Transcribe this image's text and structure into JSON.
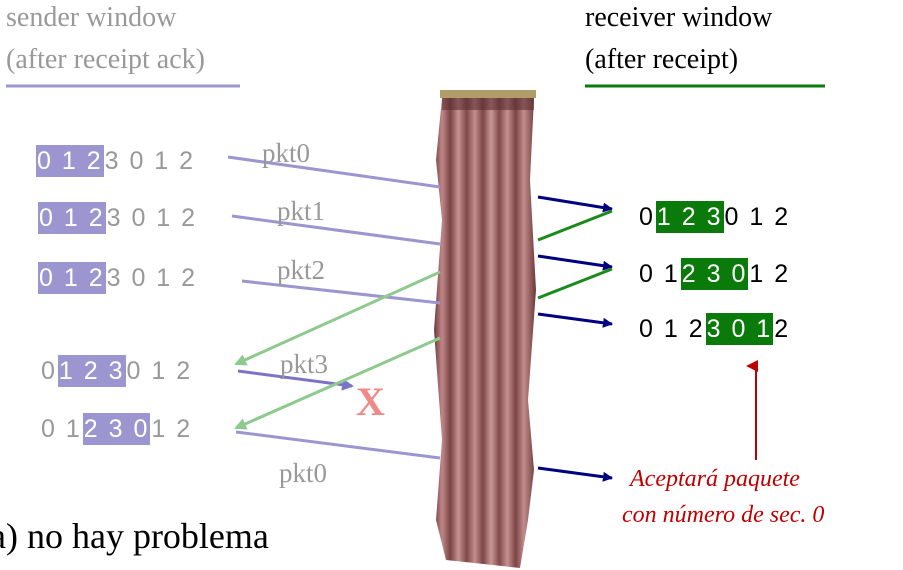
{
  "sender": {
    "title_line1": "sender window",
    "title_line2": "(after receipt ack)",
    "rows": [
      {
        "pre": "",
        "hl": "0 1 2",
        "post": "3 0 1 2"
      },
      {
        "pre": "",
        "hl": "0 1 2",
        "post": "3 0 1 2"
      },
      {
        "pre": "",
        "hl": "0 1 2",
        "post": "3 0 1 2"
      },
      {
        "pre": "0",
        "hl": "1 2 3",
        "post": "0 1 2"
      },
      {
        "pre": "0 1",
        "hl": "2 3 0",
        "post": "1 2"
      }
    ]
  },
  "receiver": {
    "title_line1": "receiver window",
    "title_line2": "(after receipt)",
    "rows": [
      {
        "pre": "0",
        "hl": "1 2 3",
        "post": "0 1 2"
      },
      {
        "pre": "0 1",
        "hl": "2 3 0",
        "post": "1 2"
      },
      {
        "pre": "0 1 2",
        "hl": "3 0 1",
        "post": "2"
      }
    ]
  },
  "packets": [
    "pkt0",
    "pkt1",
    "pkt2",
    "pkt3",
    "pkt0"
  ],
  "loss_mark": "X",
  "note_line1": "Aceptará paquete",
  "note_line2": "con número de sec. 0",
  "caption": "a) no hay problema",
  "colors": {
    "sender_hl": "#9b96cf",
    "receiver_hl": "#0a7a0a",
    "ack": "#8ec98e",
    "send": "#9b96cf",
    "recv_arrow": "#000080",
    "note": "#c00000"
  }
}
